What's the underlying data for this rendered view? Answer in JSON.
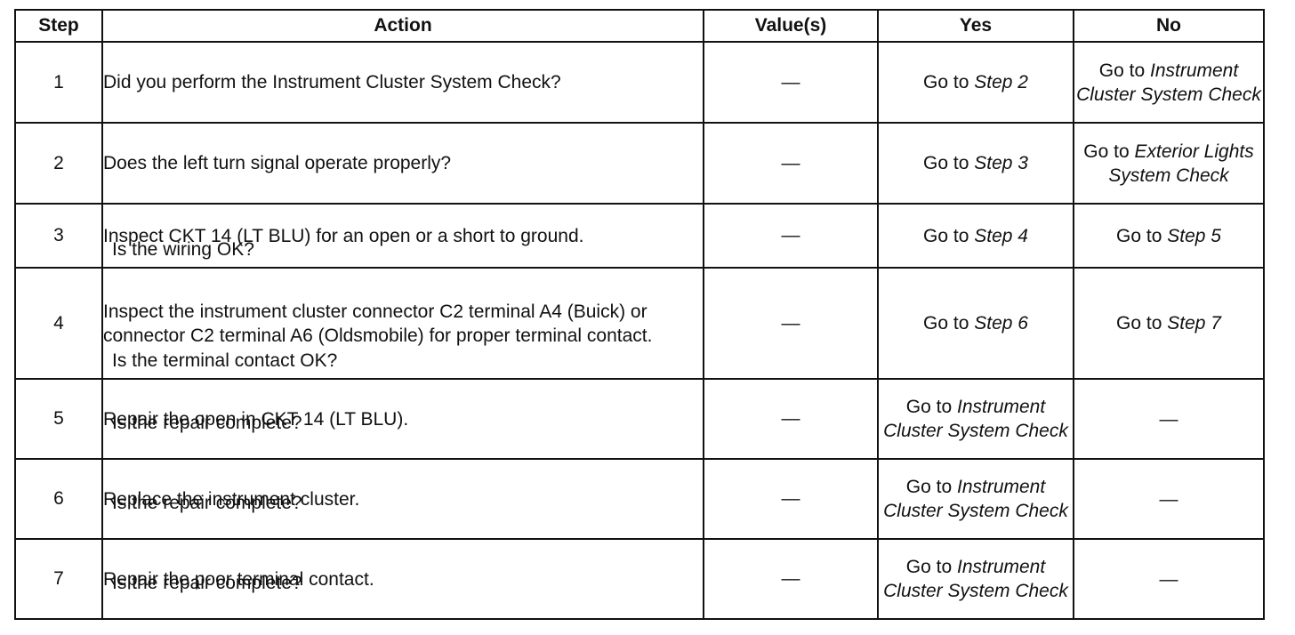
{
  "headers": {
    "step": "Step",
    "action": "Action",
    "values": "Value(s)",
    "yes": "Yes",
    "no": "No"
  },
  "rows": [
    {
      "step": "1",
      "action": "Did you perform the Instrument Cluster System Check?",
      "question": "",
      "value": "—",
      "yes_prefix": "Go to ",
      "yes_link": "Step 2",
      "no_prefix": "Go to ",
      "no_link": "Instrument Cluster System Check"
    },
    {
      "step": "2",
      "action": "Does the left turn signal operate properly?",
      "question": "",
      "value": "—",
      "yes_prefix": "Go to ",
      "yes_link": "Step 3",
      "no_prefix": "Go to ",
      "no_link": "Exterior Lights System Check"
    },
    {
      "step": "3",
      "action": "Inspect CKT 14 (LT BLU) for an open or a short to ground.",
      "question": "Is the wiring OK?",
      "value": "—",
      "yes_prefix": "Go to ",
      "yes_link": "Step 4",
      "no_prefix": "Go to ",
      "no_link": "Step 5"
    },
    {
      "step": "4",
      "action": "Inspect the instrument cluster connector C2 terminal A4 (Buick) or connector C2 terminal A6 (Oldsmobile) for proper terminal contact.",
      "question": "Is the terminal contact OK?",
      "value": "—",
      "yes_prefix": "Go to ",
      "yes_link": "Step 6",
      "no_prefix": "Go to ",
      "no_link": "Step 7"
    },
    {
      "step": "5",
      "action": "Repair the open in CKT 14 (LT BLU).",
      "question": "Is the repair complete?",
      "value": "—",
      "yes_prefix": "Go to ",
      "yes_link": "Instrument Cluster System Check",
      "no_prefix": "",
      "no_link": "—"
    },
    {
      "step": "6",
      "action": "Replace the instrument cluster.",
      "question": "Is the repair complete?",
      "value": "—",
      "yes_prefix": "Go to ",
      "yes_link": "Instrument Cluster System Check",
      "no_prefix": "",
      "no_link": "—"
    },
    {
      "step": "7",
      "action": "Repair the poor terminal contact.",
      "question": "Is the repair complete?",
      "value": "—",
      "yes_prefix": "Go to ",
      "yes_link": "Instrument Cluster System Check",
      "no_prefix": "",
      "no_link": "—"
    }
  ]
}
